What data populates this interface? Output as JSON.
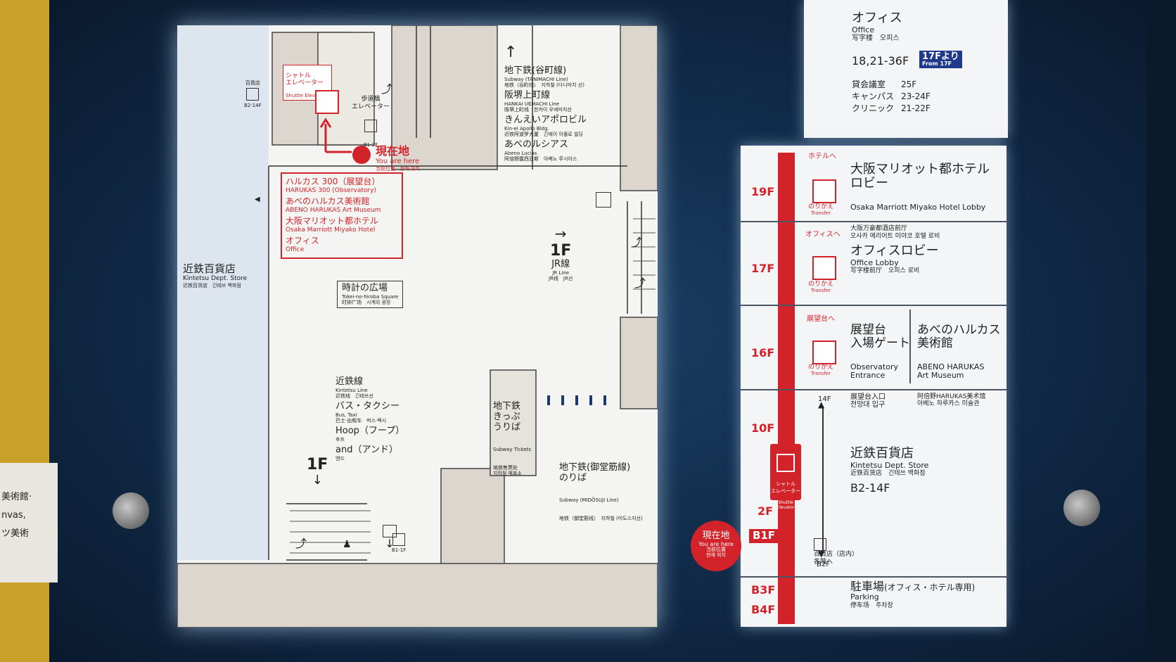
{
  "left_note": {
    "lines": [
      "美術館·",
      "nvas,",
      "ツ美術"
    ]
  },
  "map": {
    "shuttle_elevator": {
      "ja": "シャトル\nエレベーター",
      "en": "Shuttle Elevator"
    },
    "kintetsu_store_small": {
      "ja": "百貨店",
      "floor": "B2-14F"
    },
    "footbridge_elevator": {
      "ja": "歩道橋\nエレベーター",
      "floor": "B1-2F"
    },
    "you_are_here": {
      "ja": "現在地",
      "en": "You are here",
      "zh_ko": "当前位置　현재 위치"
    },
    "destinations": [
      {
        "ja": "ハルカス 300（展望台）",
        "en": "HARUKAS 300 (Observatory)"
      },
      {
        "ja": "あべのハルカス美術館",
        "en": "ABENO HARUKAS Art Museum"
      },
      {
        "ja": "大阪マリオット都ホテル",
        "en": "Osaka Marriott Miyako Hotel"
      },
      {
        "ja": "オフィス",
        "en": "Office"
      }
    ],
    "kintetsu_store": {
      "ja": "近鉄百貨店",
      "en": "Kintetsu Dept. Store",
      "zh_ko": "近铁百货店　긴테쓰 백화점"
    },
    "tokei_square": {
      "ja": "時計の広場",
      "en": "Tokei-no-hiroba Square",
      "zh_ko": "时钟广场　시계의 광장"
    },
    "north_list": [
      {
        "ja": "地下鉄(谷町線)",
        "en": "Subway (TANIMACHI Line)",
        "zh_ko": "地铁（谷町线）　지하철 (다니마치 선)"
      },
      {
        "ja": "阪堺上町線",
        "en": "HANKAI UEMACHI Line",
        "zh_ko": "阪堺上町线　한카이 우에마치선"
      },
      {
        "ja": "きんえいアポロビル",
        "en": "Kin-ei Apollo Bldg.",
        "zh_ko": "近铁阿波罗大厦　긴에이 아폴로 빌딩"
      },
      {
        "ja": "あべのルシアス",
        "en": "Abeno Lucias",
        "zh_ko": "阿倍野露西亚斯　아베노 루시아스"
      }
    ],
    "jr": {
      "floor": "1F",
      "ja": "JR線",
      "en": "JR Line",
      "zh_ko": "JR线　JR선"
    },
    "south_list": [
      {
        "ja": "近鉄線",
        "en": "Kintetsu Line",
        "zh_ko": "近铁线　긴테쓰선"
      },
      {
        "ja": "バス・タクシー",
        "en": "Bus, Taxi",
        "zh_ko": "巴士·出租车　버스·택시"
      },
      {
        "ja": "Hoop（フープ）",
        "en": "",
        "zh_ko": "후프"
      },
      {
        "ja": "and（アンド）",
        "en": "",
        "zh_ko": "앤드"
      }
    ],
    "south_floor": "1F",
    "subway_tickets": {
      "ja": "地下鉄\nきっぷ\nうりば",
      "en": "Subway Tickets",
      "zh_ko": "地铁售票处\n지하철 매표소"
    },
    "midosuji": {
      "ja": "地下鉄(御堂筋線)\nのりば",
      "en": "Subway (MIDŌSUJI Line)",
      "zh_ko": "地铁（御堂筋线）　지하철 (미도스지선)"
    },
    "elevator_b1_1f": "B1-1F"
  },
  "office_panel": {
    "ja": "オフィス",
    "en": "Office",
    "zh_ko": "写字楼　오피스",
    "floors": "18,21-36F",
    "badge": "17Fより",
    "badge_en": "From 17F",
    "items": [
      {
        "name": "貸会議室",
        "floor": "25F"
      },
      {
        "name": "キャンパス",
        "floor": "23-24F"
      },
      {
        "name": "クリニック",
        "floor": "21-22F"
      }
    ]
  },
  "directory": {
    "rows": [
      {
        "floor": "19F",
        "to": "ホテルへ",
        "transfer": "のりかえ",
        "transfer_en": "Transfer",
        "ja": "大阪マリオット都ホテル\nロビー",
        "en": "Osaka Marriott Miyako Hotel Lobby",
        "zh_ko": "大阪万豪都酒店前厅\n오사카 메리어트 미야코 호텔 로비"
      },
      {
        "floor": "17F",
        "to": "オフィスへ",
        "transfer": "のりかえ",
        "transfer_en": "Transfer",
        "ja": "オフィスロビー",
        "en": "Office Lobby",
        "zh_ko": "写字楼前厅　오피스 로비"
      },
      {
        "floor": "16F",
        "to": "展望台へ",
        "transfer": "のりかえ",
        "transfer_en": "Transfer",
        "ja": "展望台\n入場ゲート",
        "en": "Observatory\nEntrance",
        "zh_ko": "展望台入口\n전망대 입구",
        "ja2": "あべのハルカス\n美術館",
        "en2": "ABENO HARUKAS\nArt Museum",
        "zh_ko2": "阿倍野HARUKAS美术馆\n아베노 하루카스 미술관"
      }
    ],
    "store": {
      "floor_top": "14F",
      "floors_left": [
        "10F",
        "2F",
        "B1F"
      ],
      "shuttle": "シャトル\nエレベーター",
      "shuttle_en": "Shuttle\nElevator",
      "ja": "近鉄百貨店",
      "en": "Kintetsu Dept. Store",
      "zh_ko": "近铁百货店　긴테쓰 백화점",
      "range": "B2-14F",
      "inner": "百貨店（店内）\n各階へ",
      "floor_bottom": "B2F"
    },
    "you_are_here": {
      "ja": "現在地",
      "en": "You are here",
      "zh_ko": "当前位置\n현재 위치"
    },
    "parking": {
      "floors": [
        "B3F",
        "B4F"
      ],
      "ja": "駐車場",
      "ja_sub": "(オフィス・ホテル専用)",
      "en": "Parking",
      "zh_ko": "停车场　주차장"
    }
  }
}
